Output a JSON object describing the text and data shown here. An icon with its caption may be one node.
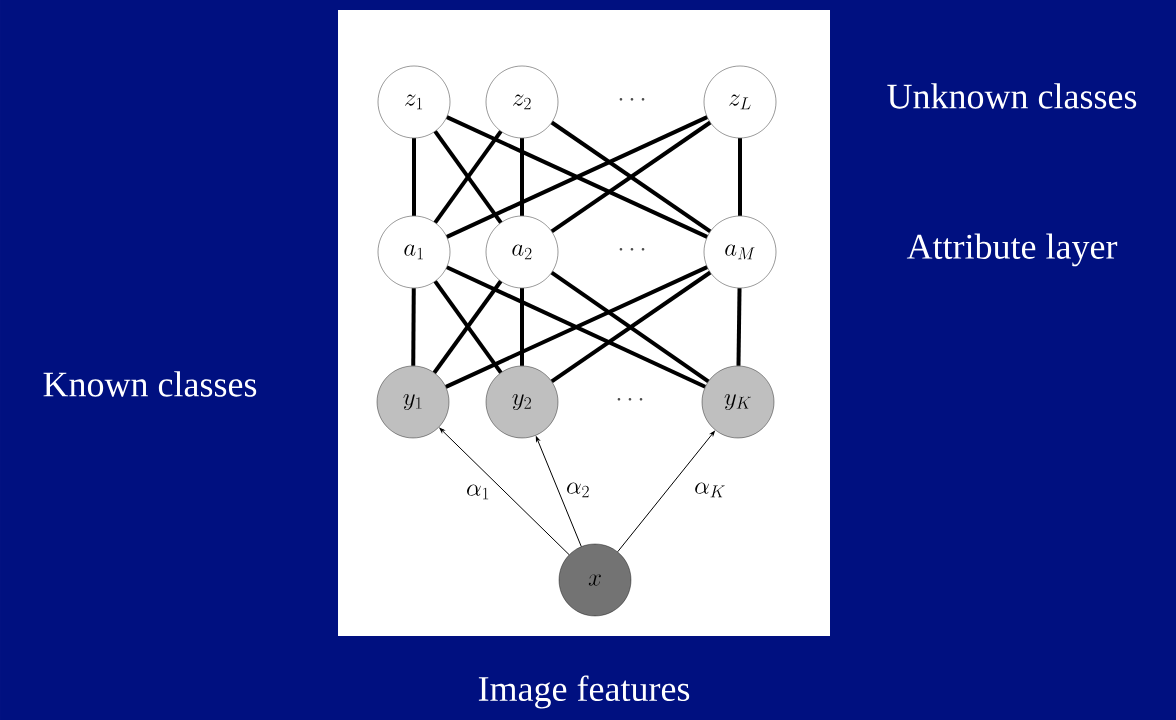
{
  "diagram": {
    "nodes": [
      {
        "text": [
          "z_1"
        ]
      },
      {
        "text": [
          "z_2"
        ]
      },
      {
        "text": [
          "z_L"
        ]
      },
      {
        "text": [
          "a_1"
        ]
      },
      {
        "text": [
          "a_2"
        ]
      },
      {
        "text": [
          "a_M"
        ]
      },
      {
        "text": [
          "y_1"
        ]
      },
      {
        "text": [
          "y_2"
        ]
      },
      {
        "text": [
          "y_K"
        ]
      },
      {
        "text": [
          "x"
        ]
      }
    ],
    "edges": [
      {
        "from": 0,
        "to": 3,
        "arrow": "none"
      },
      {
        "from": 0,
        "to": 4,
        "arrow": "none"
      },
      {
        "from": 0,
        "to": 5,
        "arrow": "none"
      },
      {
        "from": 1,
        "to": 3,
        "arrow": "none"
      },
      {
        "from": 1,
        "to": 4,
        "arrow": "none"
      },
      {
        "from": 1,
        "to": 5,
        "arrow": "none"
      },
      {
        "from": 2,
        "to": 3,
        "arrow": "none"
      },
      {
        "from": 2,
        "to": 4,
        "arrow": "none"
      },
      {
        "from": 2,
        "to": 5,
        "arrow": "none"
      },
      {
        "from": 3,
        "to": 6,
        "arrow": "none"
      },
      {
        "from": 3,
        "to": 7,
        "arrow": "none"
      },
      {
        "from": 3,
        "to": 8,
        "arrow": "none"
      },
      {
        "from": 4,
        "to": 6,
        "arrow": "none"
      },
      {
        "from": 4,
        "to": 7,
        "arrow": "none"
      },
      {
        "from": 4,
        "to": 8,
        "arrow": "none"
      },
      {
        "from": 5,
        "to": 6,
        "arrow": "none"
      },
      {
        "from": 5,
        "to": 7,
        "arrow": "none"
      },
      {
        "from": 5,
        "to": 8,
        "arrow": "none"
      },
      {
        "from": 9,
        "to": 6,
        "arrow": "to",
        "label": "\\alpha_1"
      },
      {
        "from": 9,
        "to": 7,
        "arrow": "to",
        "label": "\\alpha_2"
      },
      {
        "from": 9,
        "to": 8,
        "arrow": "to",
        "label": "\\alpha_K"
      }
    ],
    "labels": [
      "\\cdots",
      "Unknown classes",
      "\\cdots",
      "Attribute layer",
      "Known classes",
      "\\cdots",
      "Image features"
    ]
  }
}
